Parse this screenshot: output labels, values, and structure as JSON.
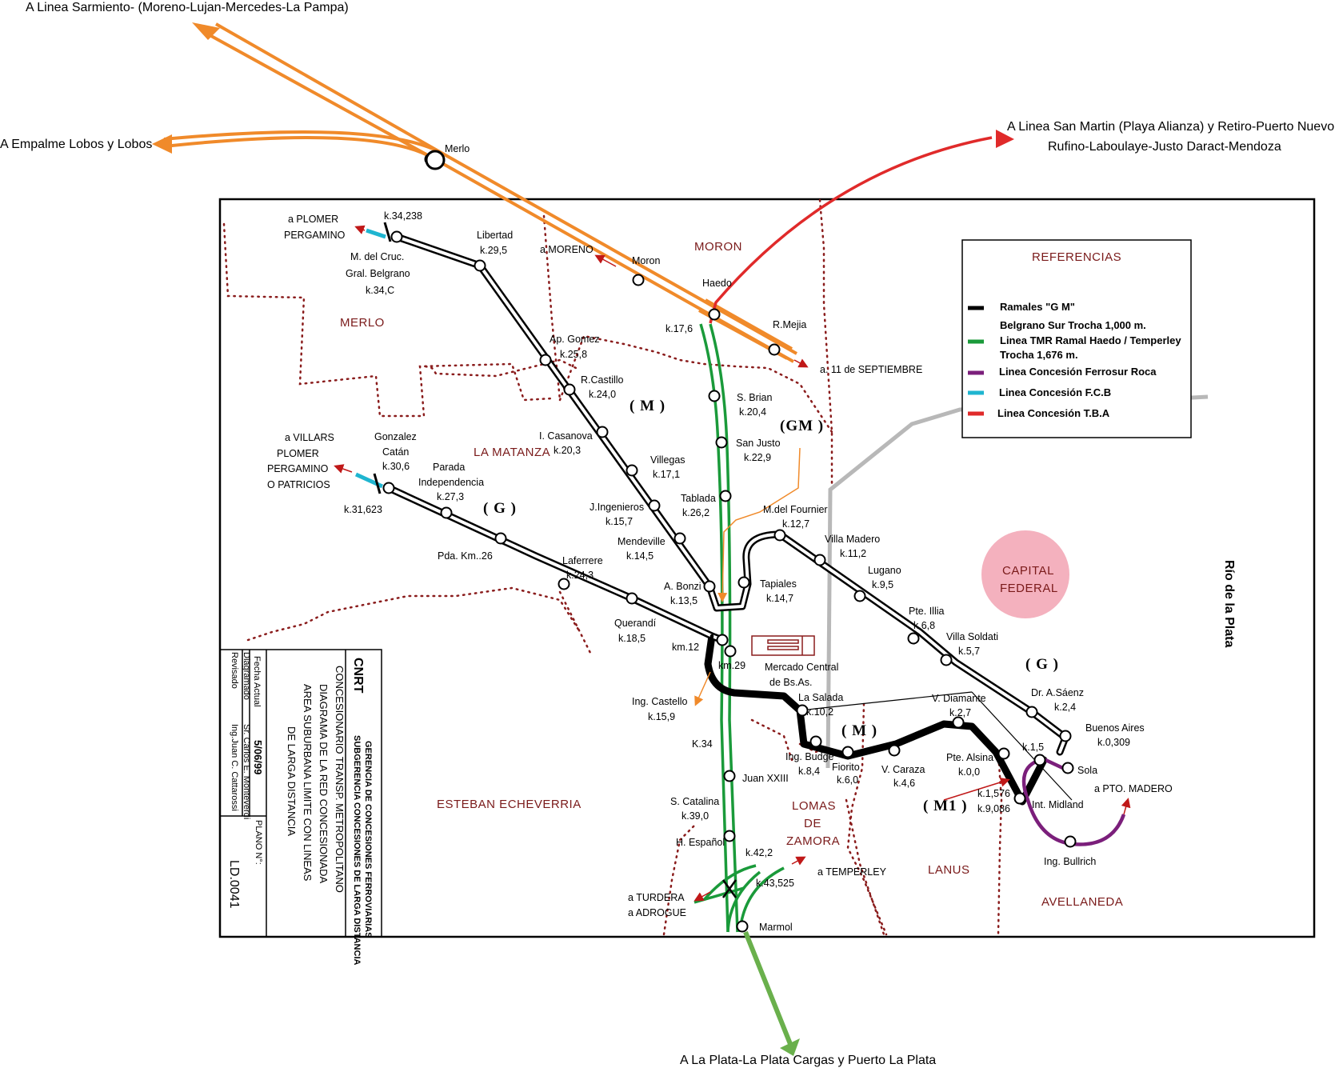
{
  "map_title": "CONCESIONARIO TRANSP. METROPOLITANO DIAGRAMA DE LA RED CONCESIONADA AREA SUBURBANA LIMITE CON LINEAS DE LARGA DISTANCIA",
  "external_links": {
    "sarmiento": "A Linea Sarmiento- (Moreno-Lujan-Mercedes-La Pampa)",
    "lobos": "A Empalme Lobos y Lobos",
    "san_martin_1": "A Linea San Martin (Playa Alianza) y Retiro-Puerto Nuevo",
    "san_martin_2": "Rufino-Laboulaye-Justo Daract-Mendoza",
    "la_plata": "A La Plata-La Plata Cargas y Puerto La Plata",
    "once_sept": "a. 11 de SEPTIEMBRE",
    "moreno": "a MORENO",
    "plomer_1": "a PLOMER",
    "plomer_2": "PERGAMINO",
    "villars_1": "a VILLARS",
    "villars_2": "PLOMER",
    "villars_3": "PERGAMINO",
    "villars_4": "O PATRICIOS",
    "turdera_1": "a TURDERA",
    "turdera_2": "a ADROGUE",
    "temperley": "a TEMPERLEY",
    "pto_madero": "a PTO. MADERO"
  },
  "districts": {
    "moron": "MORON",
    "merlo": "MERLO",
    "la_matanza": "LA MATANZA",
    "esteban_echeverria": "ESTEBAN ECHEVERRIA",
    "lomas_1": "LOMAS",
    "lomas_2": "DE",
    "lomas_3": "ZAMORA",
    "lanus": "LANUS",
    "avellaneda": "AVELLANEDA",
    "capital_1": "CAPITAL",
    "capital_2": "FEDERAL",
    "rio": "Río de la Plata"
  },
  "groups": {
    "m1": "( M )",
    "g1": "( G )",
    "gm": "(GM )",
    "g2": "( G )",
    "m2": "( M )",
    "m3": "( M1 )"
  },
  "stations": {
    "merlo": "Merlo",
    "moron": "Moron",
    "haedo": "Haedo",
    "rmejia": "R.Mejia",
    "k176": "k.17,6",
    "k34238": "k.34,238",
    "mdelcruc_1": "M. del Cruc.",
    "mdelcruc_2": "Gral. Belgrano",
    "mdelcruc_3": "k.34,C",
    "libertad_1": "Libertad",
    "libertad_2": "k.29,5",
    "apgomez_1": "Ap. Gomez",
    "apgomez_2": "k.25,8",
    "rcastillo_1": "R.Castillo",
    "rcastillo_2": "k.24,0",
    "icasanova_1": "I. Casanova",
    "icasanova_2": "k.20,3",
    "villegas_1": "Villegas",
    "villegas_2": "k.17,1",
    "jingenieros_1": "J.Ingenieros",
    "jingenieros_2": "k.15,7",
    "mendeville_1": "Mendeville",
    "mendeville_2": "k.14,5",
    "abonzi_1": "A. Bonzi",
    "abonzi_2": "k.13,5",
    "gcatan_1": "Gonzalez",
    "gcatan_2": "Catán",
    "gcatan_3": "k.30,6",
    "k31623": "k.31,623",
    "pindep_1": "Parada",
    "pindep_2": "Independencia",
    "pindep_3": "k.27,3",
    "pdakm26": "Pda. Km..26",
    "laferrere_1": "Laferrere",
    "laferrere_2": "k.24,3",
    "querandi_1": "Querandí",
    "querandi_2": "k.18,5",
    "km12": "km.12",
    "km29": "km.29",
    "sbrian_1": "S. Brian",
    "sbrian_2": "k.20,4",
    "sanjusto_1": "San Justo",
    "sanjusto_2": "k.22,9",
    "tablada_1": "Tablada",
    "tablada_2": "k.26,2",
    "tapiales_1": "Tapiales",
    "tapiales_2": "k.14,7",
    "mfournier_1": "M.del Fournier",
    "mfournier_2": "k.12,7",
    "vmadero_1": "Villa Madero",
    "vmadero_2": "k.11,2",
    "lugano_1": "Lugano",
    "lugano_2": "k.9,5",
    "pteillia_1": "Pte. Illia",
    "pteillia_2": "k.6,8",
    "vsoldati_1": "Villa Soldati",
    "vsoldati_2": "k.5,7",
    "drsaenz_1": "Dr. A.Sáenz",
    "drsaenz_2": "k.2,4",
    "bsas_1": "Buenos Aires",
    "bsas_2": "k.0,309",
    "mercado_1": "Mercado Central",
    "mercado_2": "de Bs.As.",
    "icastello_1": "Ing. Castello",
    "icastello_2": "k.15,9",
    "lasalada_1": "La Salada",
    "lasalada_2": "k.10,2",
    "ibudge_1": "Ing. Budge",
    "ibudge_2": "k.8,4",
    "fiorito_1": "Fiorito",
    "fiorito_2": "k.6,0",
    "vcaraza_1": "V. Caraza",
    "vcaraza_2": "k.4,6",
    "vdiamante_1": "V. Diamante",
    "vdiamante_2": "k.2,7",
    "ptealsina_1": "Pte. Alsina",
    "ptealsina_2": "k.0,0",
    "k15": "k.1,5",
    "sola": "Sola",
    "k1576_1": "k.1,576",
    "k1576_2": "k.9,086",
    "imidland": "Int. Midland",
    "ibullrich": "Ing. Bullrich",
    "k34": "K.34",
    "juanxxiii": "Juan XXIII",
    "scatalina_1": "S. Catalina",
    "scatalina_2": "k.39,0",
    "hespanol": "H. Español",
    "k422": "k.42,2",
    "k43525": "k.43,525",
    "marmol": "Marmol"
  },
  "legend": {
    "title": "REFERENCIAS",
    "gm_1": "Ramales \"G M\"",
    "gm_2": "Belgrano Sur   Trocha 1,000 m.",
    "tmr_1": "Linea TMR Ramal Haedo / Temperley",
    "tmr_2": "Trocha 1,676 m.",
    "ferrosur": "Linea Concesión Ferrosur Roca",
    "fcb": "Linea Concesión F.C.B",
    "tba": "Linea Concesión T.B.A"
  },
  "title_block": {
    "cnrt": "CNRT",
    "gerencia": "GERENCIA DE CONCESIONES FERROVIARIAS",
    "subgerencia": "SUBGERENCIA CONCESIONES DE LARGA DISTANCIA",
    "t1": "CONCESIONARIO TRANSP. METROPOLITANO",
    "t2": "DIAGRAMA DE LA RED CONCESIONADA",
    "t3": "AREA SUBURBANA LIMITE CON LINEAS",
    "t4": "DE LARGA DISTANCIA",
    "plano_label": "PLANO N°:",
    "plano": "LD.0041",
    "fecha_label": "Fecha Actual",
    "fecha": "5/06/99",
    "diagramado_label": "Diagramado",
    "diagramado": "Sr. Carlos E. Monteverdi",
    "revisado_label": "Revisado",
    "revisado": "Ing.Juan C. Cattarossi"
  },
  "colors": {
    "gm": "#000000",
    "tmr": "#1a9a3a",
    "la_plata": "#6ab04c",
    "ferrosur": "#7b1f7b",
    "fcb": "#1fb5d0",
    "tba": "#e02a2a",
    "sarmiento": "#f08a2a",
    "boundary": "#8a1c1c",
    "capital": "#f2a3b3"
  }
}
